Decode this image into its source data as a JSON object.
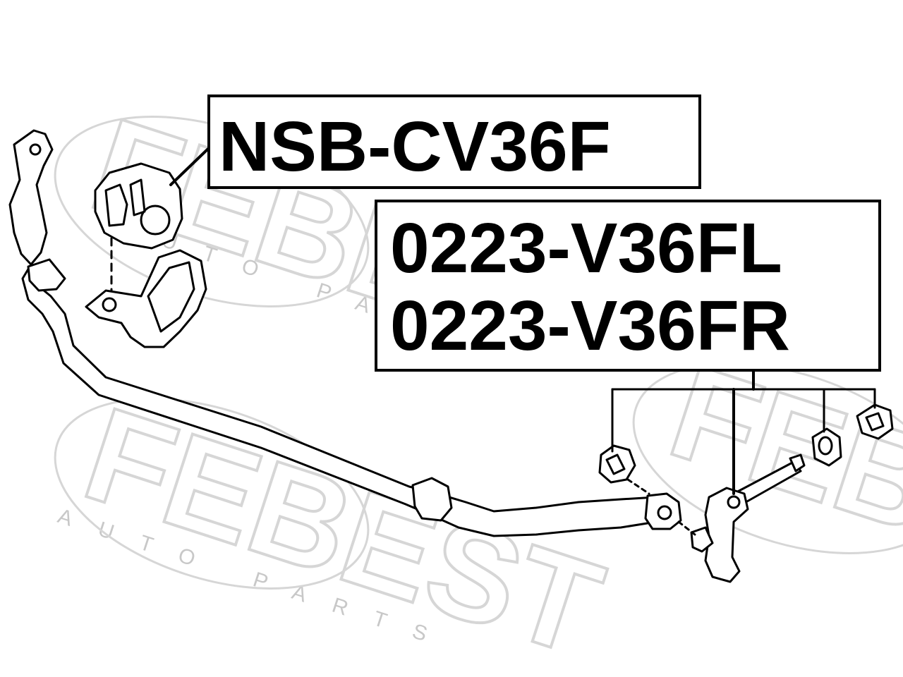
{
  "watermark": {
    "brand": "FEBEST",
    "tagline": "AUTO PARTS",
    "color": "#d6d6d6"
  },
  "labels": {
    "bushing_part_number": "NSB-CV36F",
    "link_part_numbers": [
      "0223-V36FL",
      "0223-V36FR"
    ]
  },
  "colors": {
    "line": "#000000",
    "background": "#ffffff"
  }
}
